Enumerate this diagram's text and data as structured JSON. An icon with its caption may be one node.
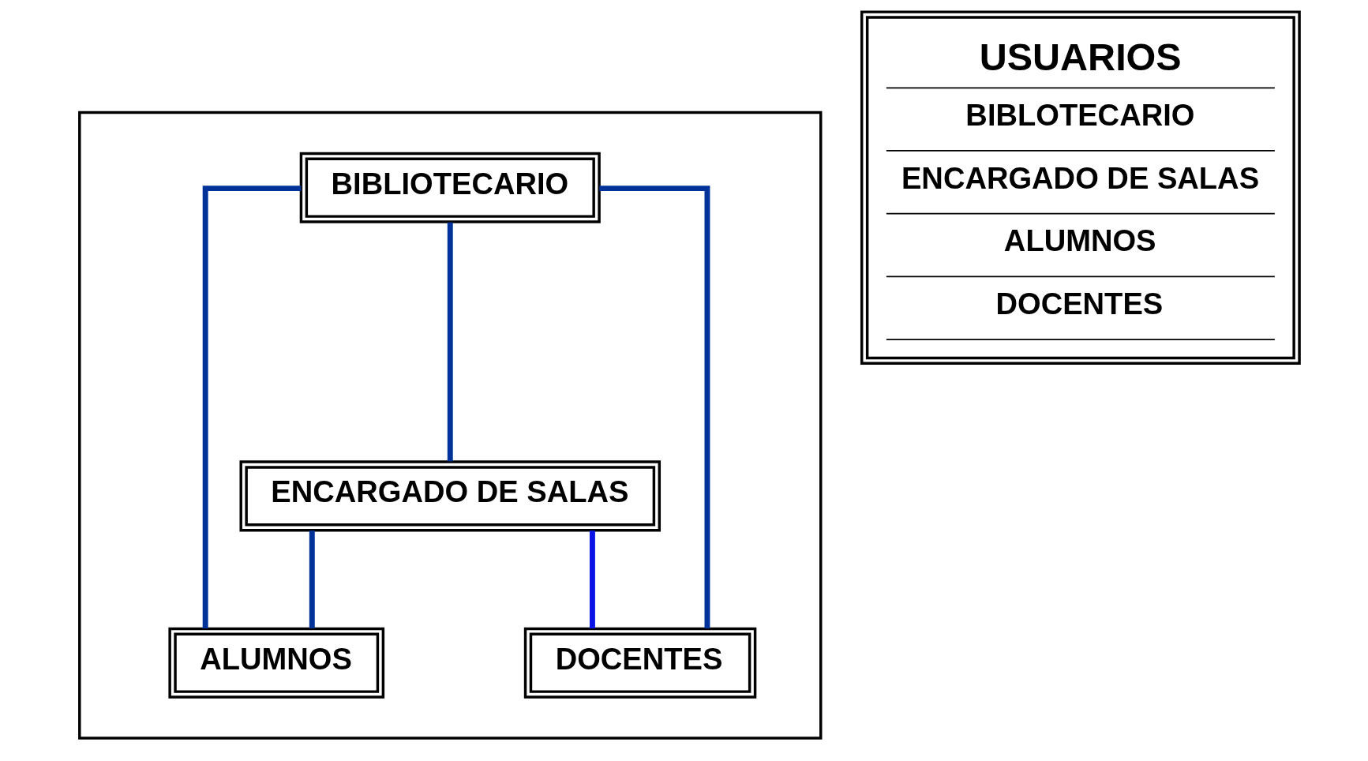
{
  "diagram": {
    "nodes": [
      {
        "text": [],
        "shape": "box"
      },
      {
        "text": [
          "BIBLIOTECARIO"
        ],
        "in": 0
      },
      {
        "text": [
          "ENCARGADO DE SALAS"
        ],
        "in": 0
      },
      {
        "text": [
          "ALUMNOS"
        ],
        "in": 0
      },
      {
        "text": [
          "DOCENTES"
        ],
        "in": 0
      },
      {
        "text": [
          "USUARIOS",
          "BIBLOTECARIO",
          "ENCARGADO DE SALAS",
          "ALUMNOS",
          "DOCENTES"
        ]
      }
    ],
    "edges": [
      {
        "from": 1,
        "to": 2,
        "arrow": "none"
      },
      {
        "from": 1,
        "to": 3,
        "arrow": "none"
      },
      {
        "from": 1,
        "to": 4,
        "arrow": "none"
      },
      {
        "from": 2,
        "to": 3,
        "arrow": "none"
      },
      {
        "from": 2,
        "to": 4,
        "arrow": "none",
        "color": "#0a14e6"
      }
    ]
  }
}
